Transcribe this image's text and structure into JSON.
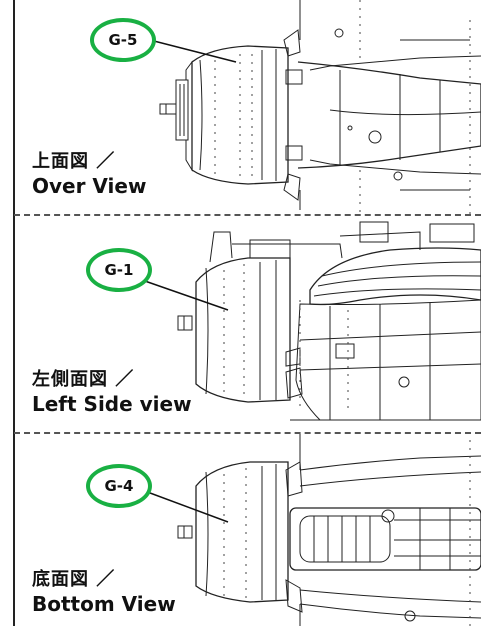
{
  "views": [
    {
      "label": "G-5",
      "caption_jp": "上面図 ／",
      "caption_en": "Over View"
    },
    {
      "label": "G-1",
      "caption_jp": "左側面図 ／",
      "caption_en": "Left Side view"
    },
    {
      "label": "G-4",
      "caption_jp": "底面図 ／",
      "caption_en": "Bottom View"
    }
  ],
  "colors": {
    "callout_ring": "#19b043",
    "line": "#222222"
  }
}
